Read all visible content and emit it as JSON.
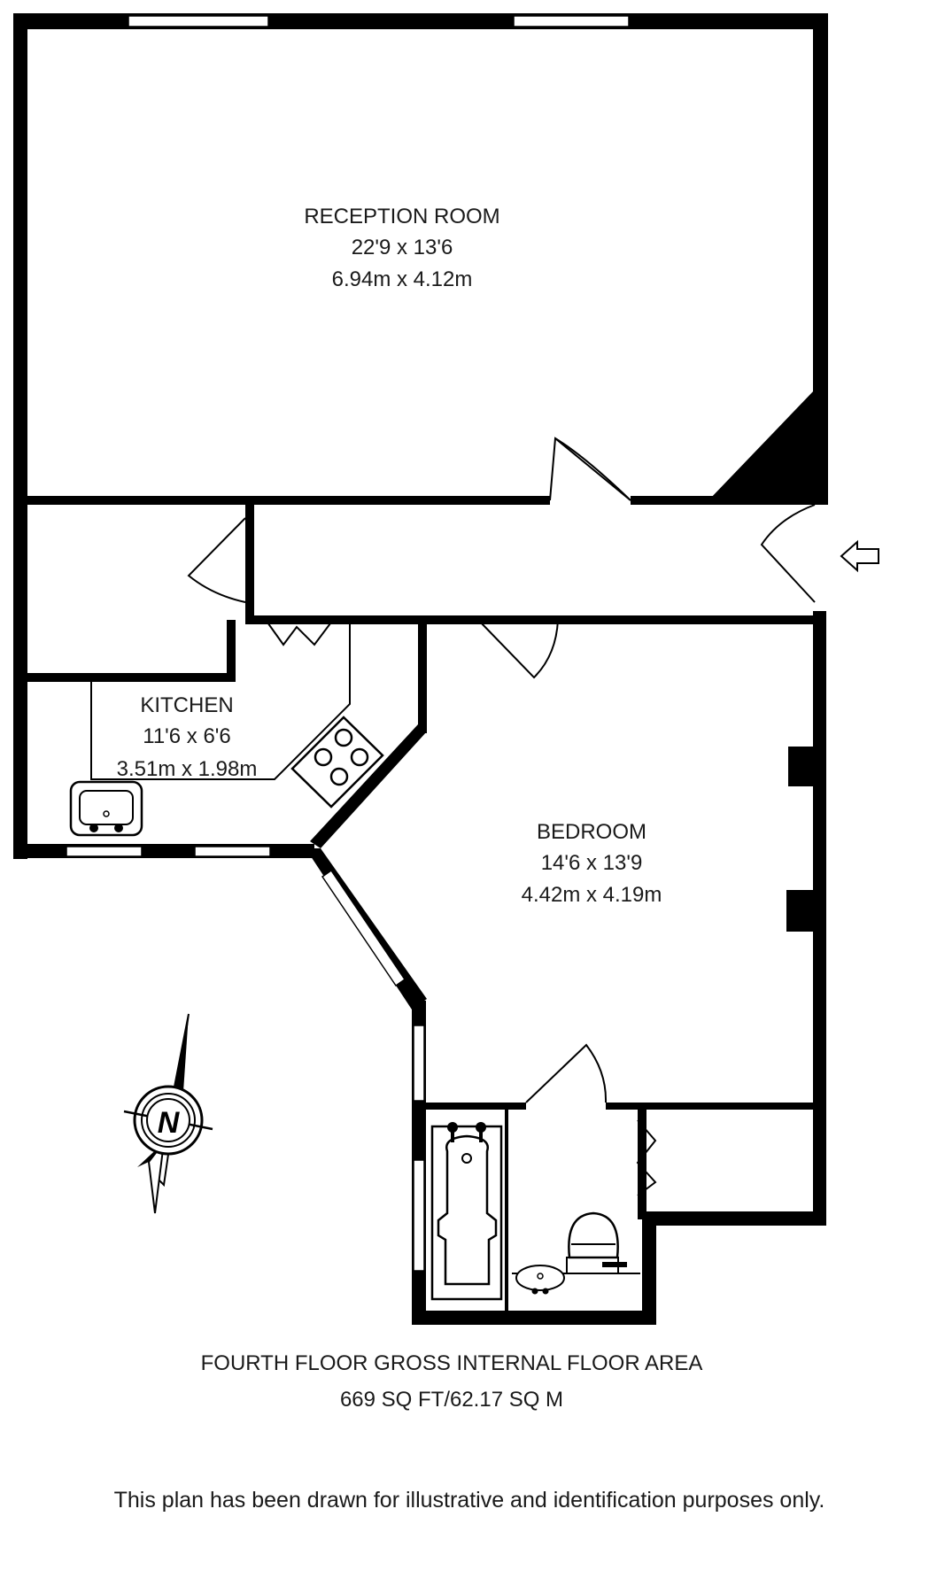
{
  "rooms": {
    "reception": {
      "name": "RECEPTION ROOM",
      "imperial": "22'9 x 13'6",
      "metric": "6.94m x 4.12m"
    },
    "kitchen": {
      "name": "KITCHEN",
      "imperial": "11'6 x 6'6",
      "metric": "3.51m x 1.98m"
    },
    "bedroom": {
      "name": "BEDROOM",
      "imperial": "14'6 x 13'9",
      "metric": "4.42m x 4.19m"
    }
  },
  "compass": {
    "letter": "N",
    "icon": "north-compass-icon"
  },
  "entrance": {
    "icon": "entrance-arrow-icon"
  },
  "summary": {
    "area_title": "FOURTH FLOOR GROSS INTERNAL FLOOR AREA",
    "area_value": "669 SQ FT/62.17 SQ M",
    "disclaimer": "This plan has been drawn for illustrative and identification purposes only."
  }
}
